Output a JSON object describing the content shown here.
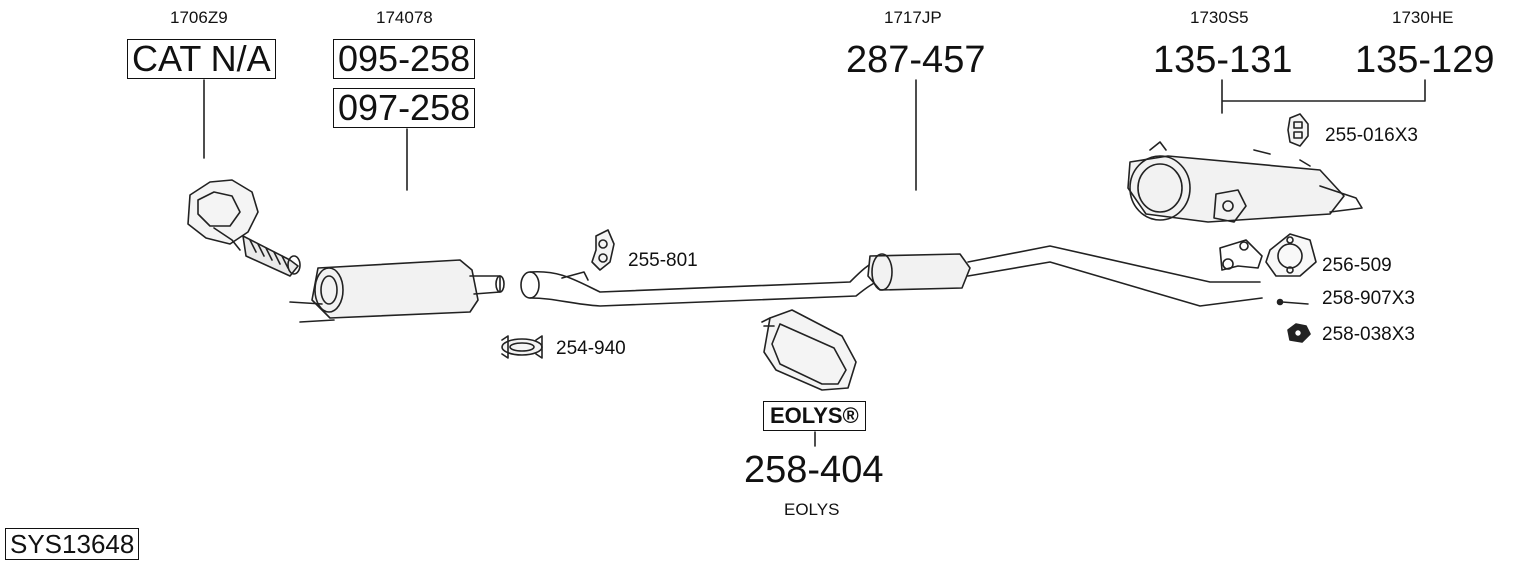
{
  "system_id": "SYS13648",
  "parts": {
    "cat": {
      "ref": "1706Z9",
      "number": "CAT N/A"
    },
    "front_pipe": {
      "ref": "174078",
      "number_1": "095-258",
      "number_2": "097-258"
    },
    "middle": {
      "ref": "1717JP",
      "number": "287-457"
    },
    "rear_a": {
      "ref": "1730S5",
      "number": "135-131"
    },
    "rear_b": {
      "ref": "1730HE",
      "number": "135-129"
    },
    "eolys_tank": {
      "logo": "EOLYS®",
      "number": "258-404",
      "caption": "EOLYS"
    }
  },
  "accessories": {
    "rubber_mount_rear": "255-016X3",
    "rubber_mount_mid": "255-801",
    "clamp": "254-940",
    "gasket": "256-509",
    "bolt": "258-907X3",
    "nut": "258-038X3"
  }
}
